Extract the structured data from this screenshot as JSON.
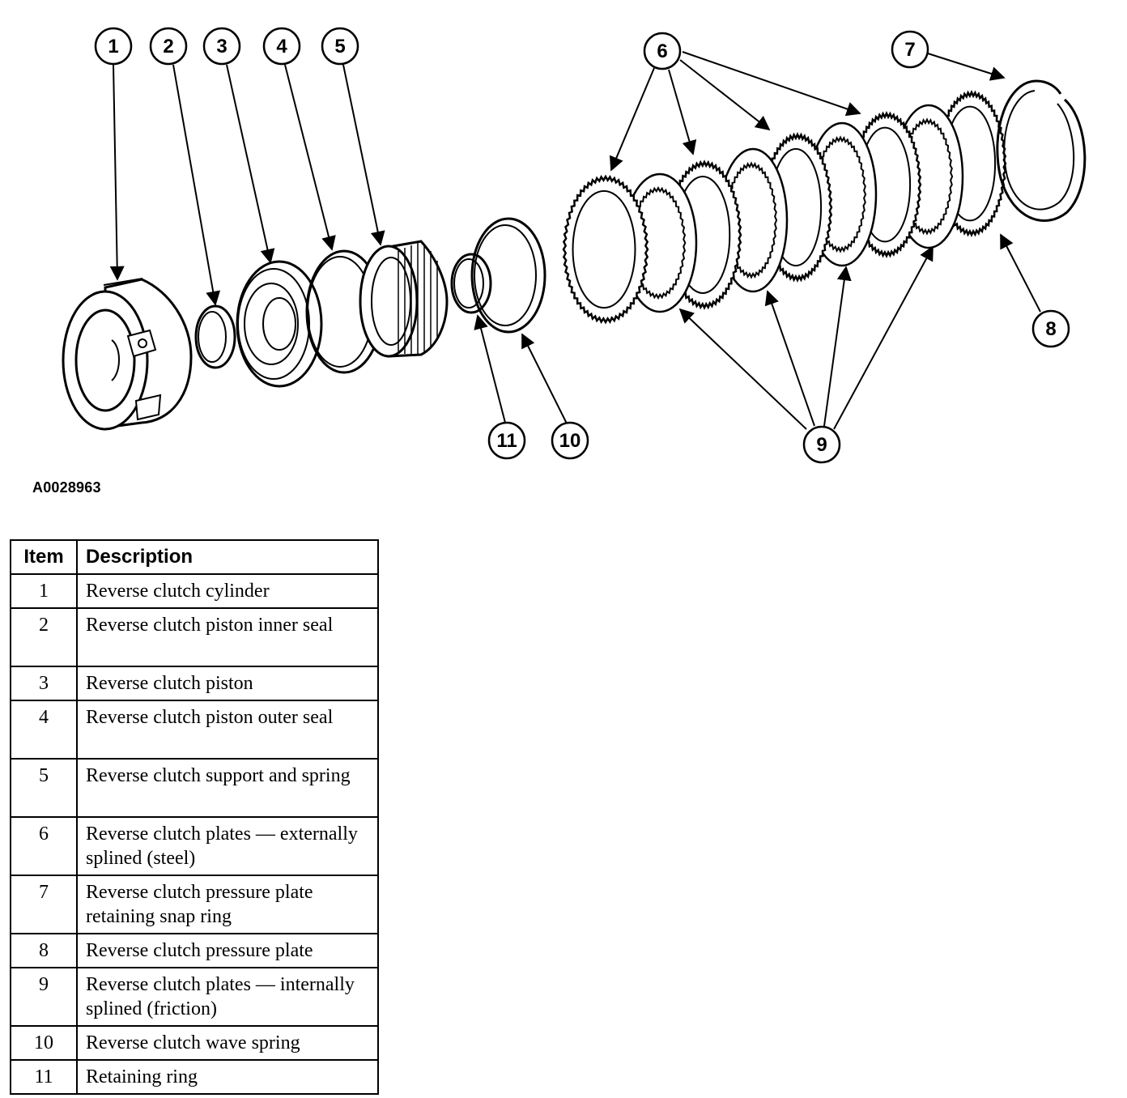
{
  "diagram": {
    "callouts": [
      "1",
      "2",
      "3",
      "4",
      "5",
      "6",
      "7",
      "8",
      "9",
      "10",
      "11"
    ],
    "figure_id": "A0028963"
  },
  "legend": {
    "header": {
      "item": "Item",
      "description": "Description"
    },
    "rows": [
      {
        "item": "1",
        "description": "Reverse clutch cylinder"
      },
      {
        "item": "2",
        "description": "Reverse clutch piston inner seal"
      },
      {
        "item": "3",
        "description": "Reverse clutch piston"
      },
      {
        "item": "4",
        "description": "Reverse clutch piston outer seal"
      },
      {
        "item": "5",
        "description": "Reverse clutch support and spring"
      },
      {
        "item": "6",
        "description": "Reverse clutch plates — externally splined (steel)"
      },
      {
        "item": "7",
        "description": "Reverse clutch pressure plate retaining snap ring"
      },
      {
        "item": "8",
        "description": "Reverse clutch pressure plate"
      },
      {
        "item": "9",
        "description": "Reverse clutch plates — internally splined (friction)"
      },
      {
        "item": "10",
        "description": "Reverse clutch wave spring"
      },
      {
        "item": "11",
        "description": "Retaining ring"
      }
    ]
  }
}
